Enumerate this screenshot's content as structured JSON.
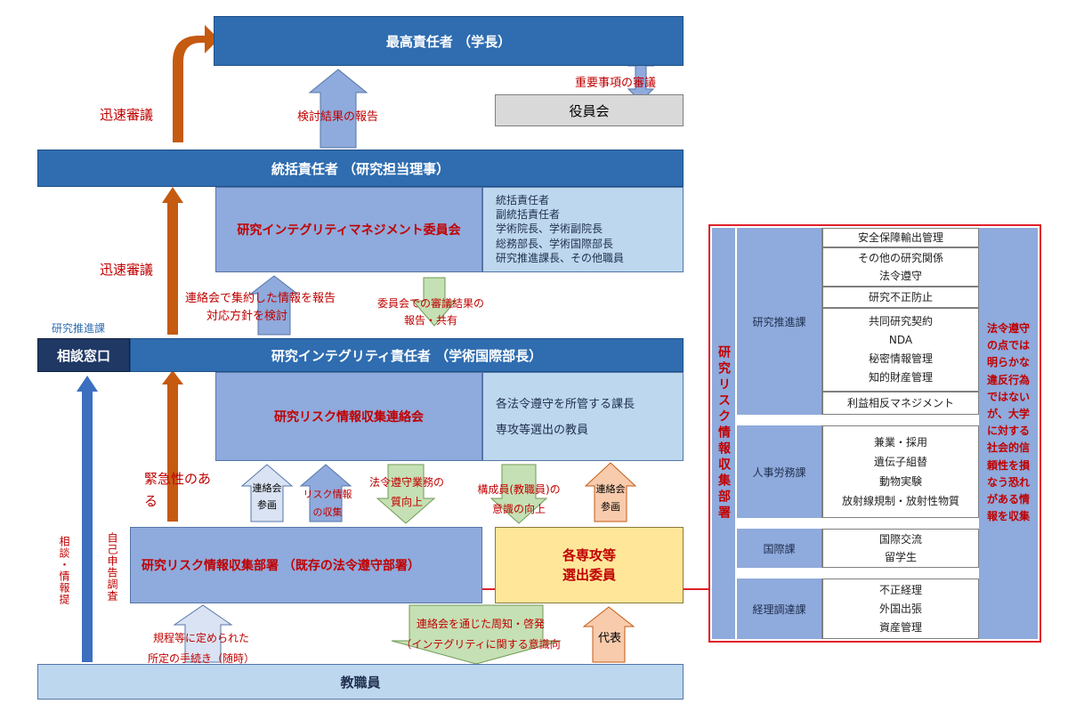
{
  "top_box": "最高責任者 （学長）",
  "board_box": "役員会",
  "important_matters": "重要事項の審議",
  "review_report": "検討結果の報告",
  "quick_review_top": "迅速審議",
  "general_box": "統括責任者 （研究担当理事）",
  "committee": {
    "title": "研究インテグリティマネジメント委員会",
    "members": [
      "統括責任者",
      "副統括責任者",
      "学術院長、学術副院長",
      "総務部長、学術国際部長",
      "研究推進課長、その他職員"
    ]
  },
  "quick_review_mid": "迅速審議",
  "report_lines": [
    "連絡会で集約した情報を報告",
    "対応方針を検討"
  ],
  "committee_result": [
    "委員会での審議結果の",
    "報告・共有"
  ],
  "research_promotion_label": "研究推進課",
  "consult_window": "相談窓口",
  "integrity_bar": "研究インテグリティ責任者 （学術国際部長）",
  "liaison": {
    "title": "研究リスク情報収集連絡会",
    "members": [
      "各法令遵守を所管する課長",
      "専攻等選出の教員"
    ]
  },
  "urgent": [
    "緊急性のあ",
    "る"
  ],
  "liaison_attend_left": [
    "連絡会",
    "参画"
  ],
  "risk_info_collect": [
    "リスク情報",
    "の収集"
  ],
  "compliance_improve": [
    "法令遵守業務の",
    "質向上"
  ],
  "awareness_improve": [
    "構成員(教職員)の",
    "意識の向上"
  ],
  "liaison_attend_right": [
    "連絡会",
    "参画"
  ],
  "consult_info": "相談・情報提",
  "self_report": "自己申告調査",
  "dept_box": "研究リスク情報収集部署 （既存の法令遵守部署）",
  "selection_box": [
    "各専攻等",
    "選出委員"
  ],
  "procedures": [
    "規程等に定められた",
    "所定の手続き（随時）"
  ],
  "notice": [
    "連絡会を通じた周知・啓発",
    "（インテグリティに関する意識向"
  ],
  "representative": "代表",
  "staff_bar": "教職員",
  "side_panel": {
    "title": "研究リスク情報収集部署",
    "groups": [
      {
        "dept": "研究推進課",
        "items": [
          [
            "安全保障輸出管理"
          ],
          [
            "その他の研究関係",
            "法令遵守"
          ],
          [
            "研究不正防止"
          ],
          [
            "共同研究契約",
            "NDA",
            "秘密情報管理",
            "知的財産管理"
          ],
          [
            "利益相反マネジメント"
          ]
        ]
      },
      {
        "dept": "人事労務課",
        "items": [
          [
            "兼業・採用",
            "遺伝子組替",
            "動物実験",
            "放射線規制・放射性物質"
          ]
        ]
      },
      {
        "dept": "国際課",
        "items": [
          [
            "国際交流",
            "留学生"
          ]
        ]
      },
      {
        "dept": "経理調達課",
        "items": [
          [
            "不正経理",
            "外国出張",
            "資産管理"
          ]
        ]
      }
    ],
    "note": [
      "法令遵守",
      "の点では",
      "明らかな",
      "違反行為",
      "ではない",
      "が、大学",
      "に対する",
      "社会的信",
      "頼性を損",
      "なう恐れ",
      "がある情",
      "報を収集"
    ]
  },
  "colors": {
    "bar": "#2f6db0",
    "mid": "#8faadc",
    "light": "#bdd7ee",
    "orange": "#c55a11",
    "red": "#c00000",
    "yellow": "#ffe699"
  }
}
